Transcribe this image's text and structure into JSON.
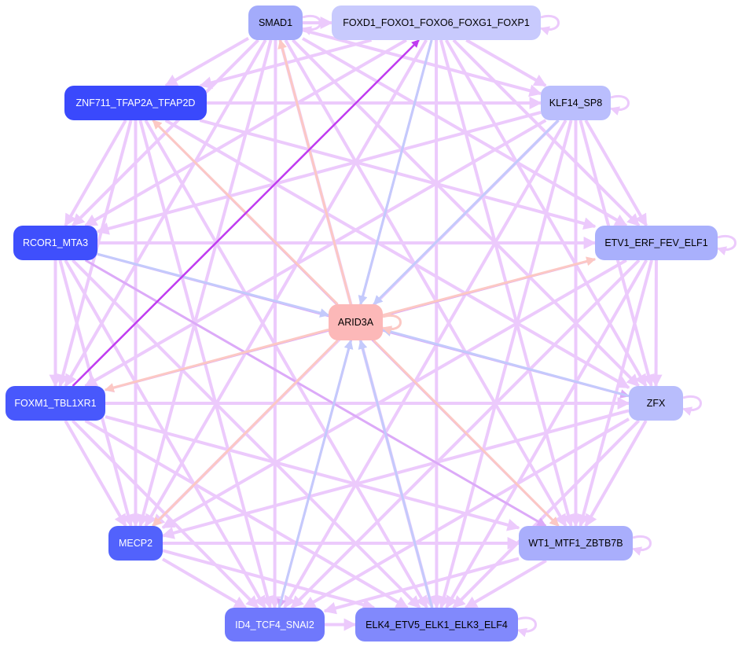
{
  "colors": {
    "l": "#eccafc",
    "m": "#dcaaf8",
    "d": "#c03cf0",
    "b": "#c4cafc",
    "s": "#fcc8c4"
  },
  "nodes": [
    {
      "id": "SMAD1",
      "label": "SMAD1",
      "fill": "#a3abfb",
      "text": "#000000",
      "loop": true
    },
    {
      "id": "FOXD1",
      "label": "FOXD1_FOXO1_FOXO6_FOXG1_FOXP1",
      "fill": "#c8cafd",
      "text": "#000000",
      "loop": true
    },
    {
      "id": "ZNF711",
      "label": "ZNF711_TFAP2A_TFAP2D",
      "fill": "#3a49fc",
      "text": "#ffffff",
      "loop": false
    },
    {
      "id": "KLF14",
      "label": "KLF14_SP8",
      "fill": "#babefd",
      "text": "#000000",
      "loop": true
    },
    {
      "id": "RCOR1",
      "label": "RCOR1_MTA3",
      "fill": "#3f4ffc",
      "text": "#ffffff",
      "loop": false
    },
    {
      "id": "ETV1",
      "label": "ETV1_ERF_FEV_ELF1",
      "fill": "#a9b0fc",
      "text": "#000000",
      "loop": true
    },
    {
      "id": "ARID3A",
      "label": "ARID3A",
      "fill": "#fcb8b8",
      "text": "#000000",
      "loop": true
    },
    {
      "id": "FOXM1",
      "label": "FOXM1_TBL1XR1",
      "fill": "#4858fc",
      "text": "#ffffff",
      "loop": false
    },
    {
      "id": "ZFX",
      "label": "ZFX",
      "fill": "#b8bdfc",
      "text": "#000000",
      "loop": true
    },
    {
      "id": "MECP2",
      "label": "MECP2",
      "fill": "#5262fc",
      "text": "#ffffff",
      "loop": false
    },
    {
      "id": "WT1",
      "label": "WT1_MTF1_ZBTB7B",
      "fill": "#a9aefc",
      "text": "#000000",
      "loop": true
    },
    {
      "id": "ID4",
      "label": "ID4_TCF4_SNAI2",
      "fill": "#6f78fc",
      "text": "#ffffff",
      "loop": false
    },
    {
      "id": "ELK4",
      "label": "ELK4_ETV5_ELK1_ELK3_ELF4",
      "fill": "#8189fc",
      "text": "#000000",
      "loop": true
    }
  ],
  "edges": [
    [
      0,
      1,
      "l"
    ],
    [
      0,
      2,
      "l"
    ],
    [
      0,
      3,
      "l"
    ],
    [
      0,
      4,
      "l"
    ],
    [
      0,
      5,
      "l"
    ],
    [
      0,
      7,
      "l"
    ],
    [
      0,
      8,
      "l"
    ],
    [
      0,
      9,
      "l"
    ],
    [
      0,
      10,
      "l"
    ],
    [
      0,
      11,
      "l"
    ],
    [
      0,
      12,
      "l"
    ],
    [
      1,
      2,
      "l"
    ],
    [
      1,
      3,
      "l"
    ],
    [
      1,
      4,
      "l"
    ],
    [
      1,
      5,
      "l"
    ],
    [
      7,
      1,
      "d"
    ],
    [
      1,
      8,
      "l"
    ],
    [
      1,
      9,
      "l"
    ],
    [
      1,
      10,
      "l"
    ],
    [
      1,
      11,
      "m"
    ],
    [
      1,
      12,
      "l"
    ],
    [
      2,
      3,
      "l"
    ],
    [
      2,
      4,
      "l"
    ],
    [
      2,
      5,
      "l"
    ],
    [
      2,
      7,
      "l"
    ],
    [
      2,
      8,
      "l"
    ],
    [
      2,
      9,
      "l"
    ],
    [
      2,
      10,
      "m"
    ],
    [
      2,
      11,
      "l"
    ],
    [
      2,
      12,
      "l"
    ],
    [
      3,
      4,
      "l"
    ],
    [
      3,
      5,
      "l"
    ],
    [
      3,
      7,
      "l"
    ],
    [
      3,
      8,
      "l"
    ],
    [
      3,
      9,
      "l"
    ],
    [
      3,
      10,
      "l"
    ],
    [
      3,
      11,
      "l"
    ],
    [
      3,
      12,
      "l"
    ],
    [
      4,
      5,
      "l"
    ],
    [
      4,
      7,
      "l"
    ],
    [
      4,
      8,
      "m"
    ],
    [
      4,
      9,
      "l"
    ],
    [
      4,
      10,
      "m"
    ],
    [
      4,
      11,
      "l"
    ],
    [
      4,
      12,
      "l"
    ],
    [
      5,
      7,
      "m"
    ],
    [
      5,
      8,
      "l"
    ],
    [
      5,
      9,
      "l"
    ],
    [
      5,
      10,
      "l"
    ],
    [
      5,
      11,
      "l"
    ],
    [
      5,
      12,
      "l"
    ],
    [
      7,
      8,
      "l"
    ],
    [
      7,
      9,
      "l"
    ],
    [
      7,
      10,
      "l"
    ],
    [
      7,
      11,
      "l"
    ],
    [
      7,
      12,
      "l"
    ],
    [
      8,
      9,
      "l"
    ],
    [
      8,
      10,
      "l"
    ],
    [
      8,
      11,
      "l"
    ],
    [
      8,
      12,
      "l"
    ],
    [
      9,
      10,
      "l"
    ],
    [
      9,
      11,
      "l"
    ],
    [
      9,
      12,
      "l"
    ],
    [
      10,
      11,
      "l"
    ],
    [
      10,
      12,
      "l"
    ],
    [
      11,
      12,
      "l"
    ],
    [
      1,
      6,
      "b"
    ],
    [
      3,
      6,
      "b"
    ],
    [
      8,
      6,
      "b"
    ],
    [
      11,
      6,
      "b"
    ],
    [
      4,
      6,
      "b"
    ],
    [
      12,
      6,
      "b"
    ],
    [
      6,
      5,
      "s"
    ],
    [
      6,
      7,
      "s"
    ],
    [
      6,
      9,
      "s"
    ],
    [
      6,
      10,
      "s"
    ],
    [
      6,
      2,
      "s"
    ],
    [
      6,
      0,
      "s"
    ]
  ]
}
